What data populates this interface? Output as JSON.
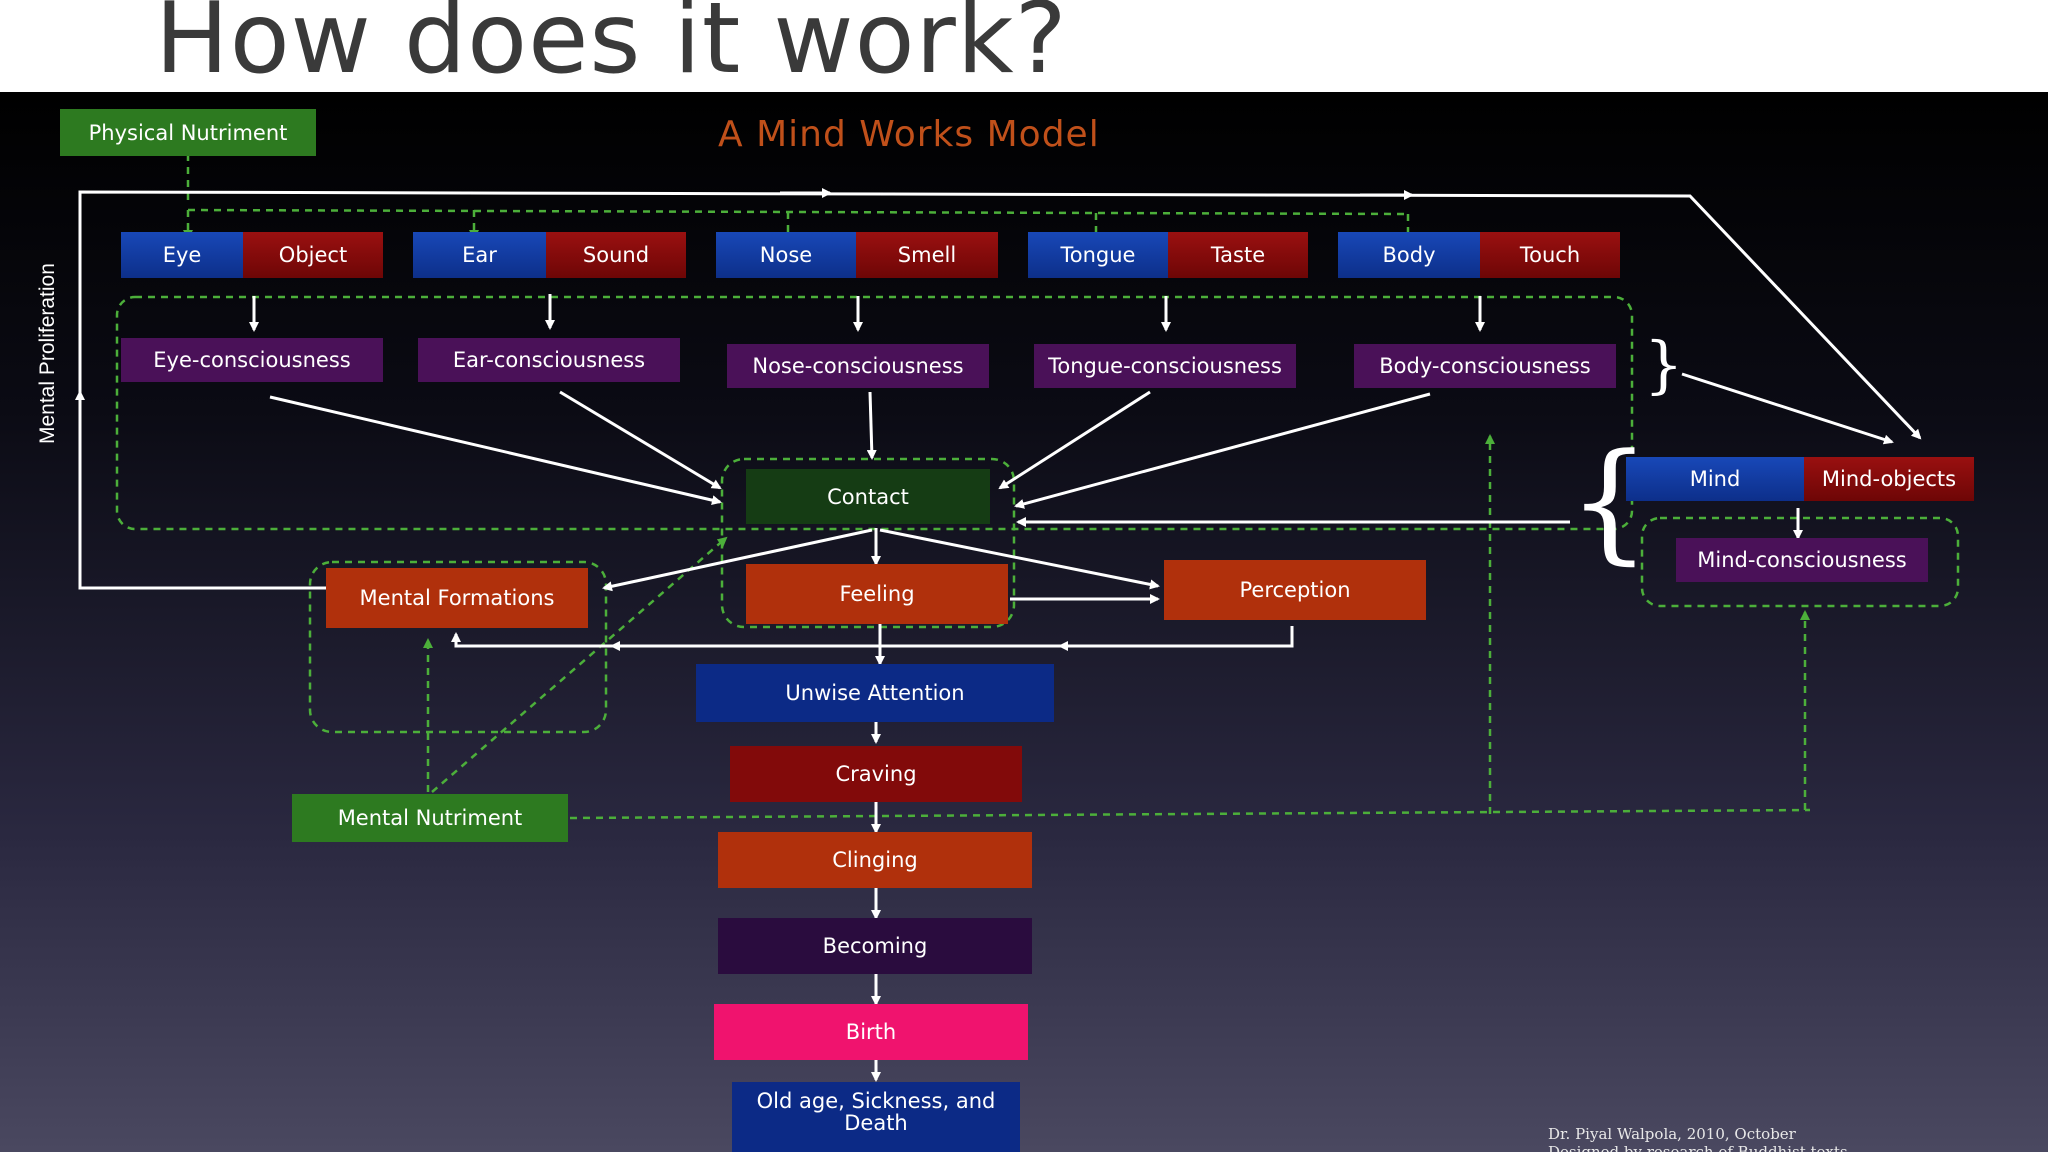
{
  "slide": {
    "title": "How does it work?"
  },
  "diagram": {
    "title": "A Mind Works Model",
    "side_label": "Mental Proliferation",
    "physical_nutriment": "Physical Nutriment",
    "mental_nutriment": "Mental Nutriment",
    "senses": [
      {
        "organ": "Eye",
        "object": "Object",
        "consciousness": "Eye-consciousness"
      },
      {
        "organ": "Ear",
        "object": "Sound",
        "consciousness": "Ear-consciousness"
      },
      {
        "organ": "Nose",
        "object": "Smell",
        "consciousness": "Nose-consciousness"
      },
      {
        "organ": "Tongue",
        "object": "Taste",
        "consciousness": "Tongue-consciousness"
      },
      {
        "organ": "Body",
        "object": "Touch",
        "consciousness": "Body-consciousness"
      }
    ],
    "mind": {
      "organ": "Mind",
      "object": "Mind-objects",
      "consciousness": "Mind-consciousness"
    },
    "contact": "Contact",
    "mental_formations": "Mental Formations",
    "feeling": "Feeling",
    "perception": "Perception",
    "chain": [
      "Unwise Attention",
      "Craving",
      "Clinging",
      "Becoming",
      "Birth",
      "Old age, Sickness, and Death"
    ],
    "credit": [
      "Dr. Piyal Walpola, 2010, October",
      "Designed by research of Buddhist texts"
    ],
    "colors": {
      "title": "#c0501a",
      "organ_blue": "#1848b8",
      "object_red": "#8a0c0c",
      "consciousness_purple": "#4a1158",
      "nutriment_green": "#2d7a20",
      "contact_green": "#153c14",
      "orange": "#b0300c",
      "birth_pink": "#f0136e",
      "dashed_green": "#4caf3a"
    }
  }
}
